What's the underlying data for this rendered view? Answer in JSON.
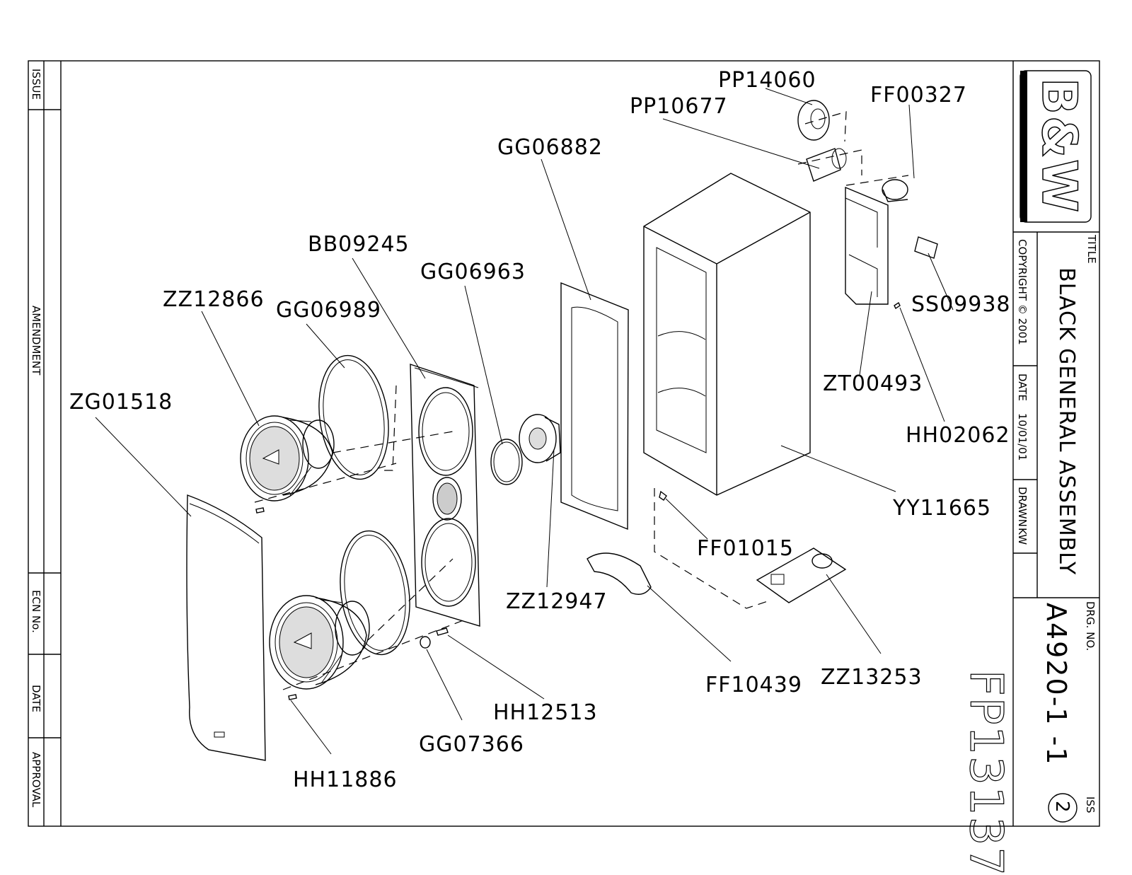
{
  "revision_strip": {
    "issue": "ISSUE",
    "amendment": "AMENDMENT",
    "ecn_no": "ECN No.",
    "date": "DATE",
    "approval": "APPROVAL"
  },
  "title_block": {
    "logo_text": "B&W",
    "title_label": "TITLE",
    "title": "BLACK GENERAL ASSEMBLY",
    "copyright": "COPYRIGHT © 2001",
    "date_label": "DATE",
    "date_value": "10/01/01",
    "drawn_label": "DRAWN",
    "drawn_value": "KW",
    "drg_no_label": "DRG. NO.",
    "drg_no": "A4920-1 -1",
    "iss_label": "ISS",
    "iss_value": "2"
  },
  "fp_number": "FP13137",
  "part_labels": {
    "PP14060": "PP14060",
    "PP10677": "PP10677",
    "FF00327": "FF00327",
    "GG06882": "GG06882",
    "BB09245": "BB09245",
    "GG06963": "GG06963",
    "ZZ12866": "ZZ12866",
    "GG06989": "GG06989",
    "ZG01518": "ZG01518",
    "SS09938": "SS09938",
    "ZT00493": "ZT00493",
    "HH02062": "HH02062",
    "YY11665": "YY11665",
    "FF01015": "FF01015",
    "ZZ12947": "ZZ12947",
    "FF10439": "FF10439",
    "ZZ13253": "ZZ13253",
    "HH12513": "HH12513",
    "GG07366": "GG07366",
    "HH11886": "HH11886"
  }
}
